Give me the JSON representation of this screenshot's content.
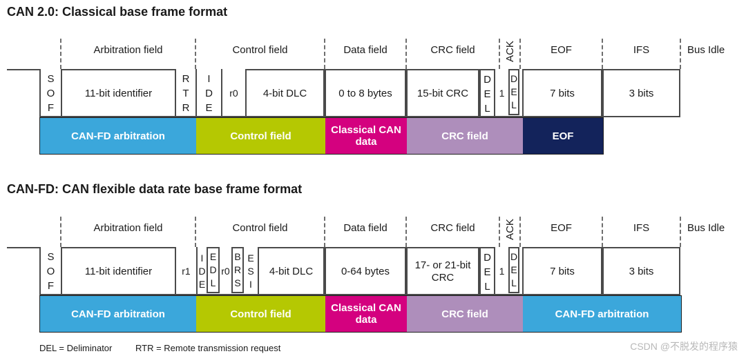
{
  "colors": {
    "arbitration_blue": "#3BA7DB",
    "control_green": "#B5C802",
    "data_magenta": "#D4017F",
    "crc_purple": "#AE8EBB",
    "eof_navy": "#13235B",
    "frame_line": "#4A4A4A",
    "watermark_gray": "#B8B8B8"
  },
  "field_labels": {
    "arbitration": "Arbitration field",
    "control": "Control field",
    "data": "Data field",
    "crc": "CRC field",
    "ack": "ACK",
    "eof": "EOF",
    "ifs": "IFS",
    "bus_idle": "Bus Idle"
  },
  "diagram1": {
    "title": "CAN 2.0: Classical base frame format",
    "cells": {
      "sof": "SOF",
      "identifier": "11-bit identifier",
      "rtr": "RTR",
      "ide": "IDE",
      "r0": "r0",
      "dlc": "4-bit DLC",
      "data": "0 to 8 bytes",
      "crc": "15-bit CRC",
      "crc_del": "DEL",
      "ack_slot": "1",
      "ack_del": "DEL",
      "eof": "7 bits",
      "ifs": "3 bits"
    },
    "bars": {
      "arbitration": "CAN-FD arbitration",
      "control": "Control field",
      "data": "Classical CAN data",
      "crc": "CRC field",
      "tail": "EOF"
    }
  },
  "diagram2": {
    "title": "CAN-FD: CAN flexible data rate base frame format",
    "cells": {
      "sof": "SOF",
      "identifier": "11-bit identifier",
      "r1": "r1",
      "ide": "IDE",
      "edl": "EDL",
      "r0": "r0",
      "brs": "BRS",
      "esi": "ESI",
      "dlc": "4-bit DLC",
      "data": "0-64 bytes",
      "crc": "17- or 21-bit CRC",
      "crc_del": "DEL",
      "ack_slot": "1",
      "ack_del": "DEL",
      "eof": "7 bits",
      "ifs": "3 bits"
    },
    "bars": {
      "arbitration": "CAN-FD arbitration",
      "control": "Control field",
      "data": "Classical CAN data",
      "crc": "CRC field",
      "tail": "CAN-FD arbitration"
    }
  },
  "footer": {
    "del_note": "DEL = Deliminator",
    "rtr_note": "RTR = Remote transmission request"
  },
  "watermark": "CSDN @不脱发的程序猿"
}
